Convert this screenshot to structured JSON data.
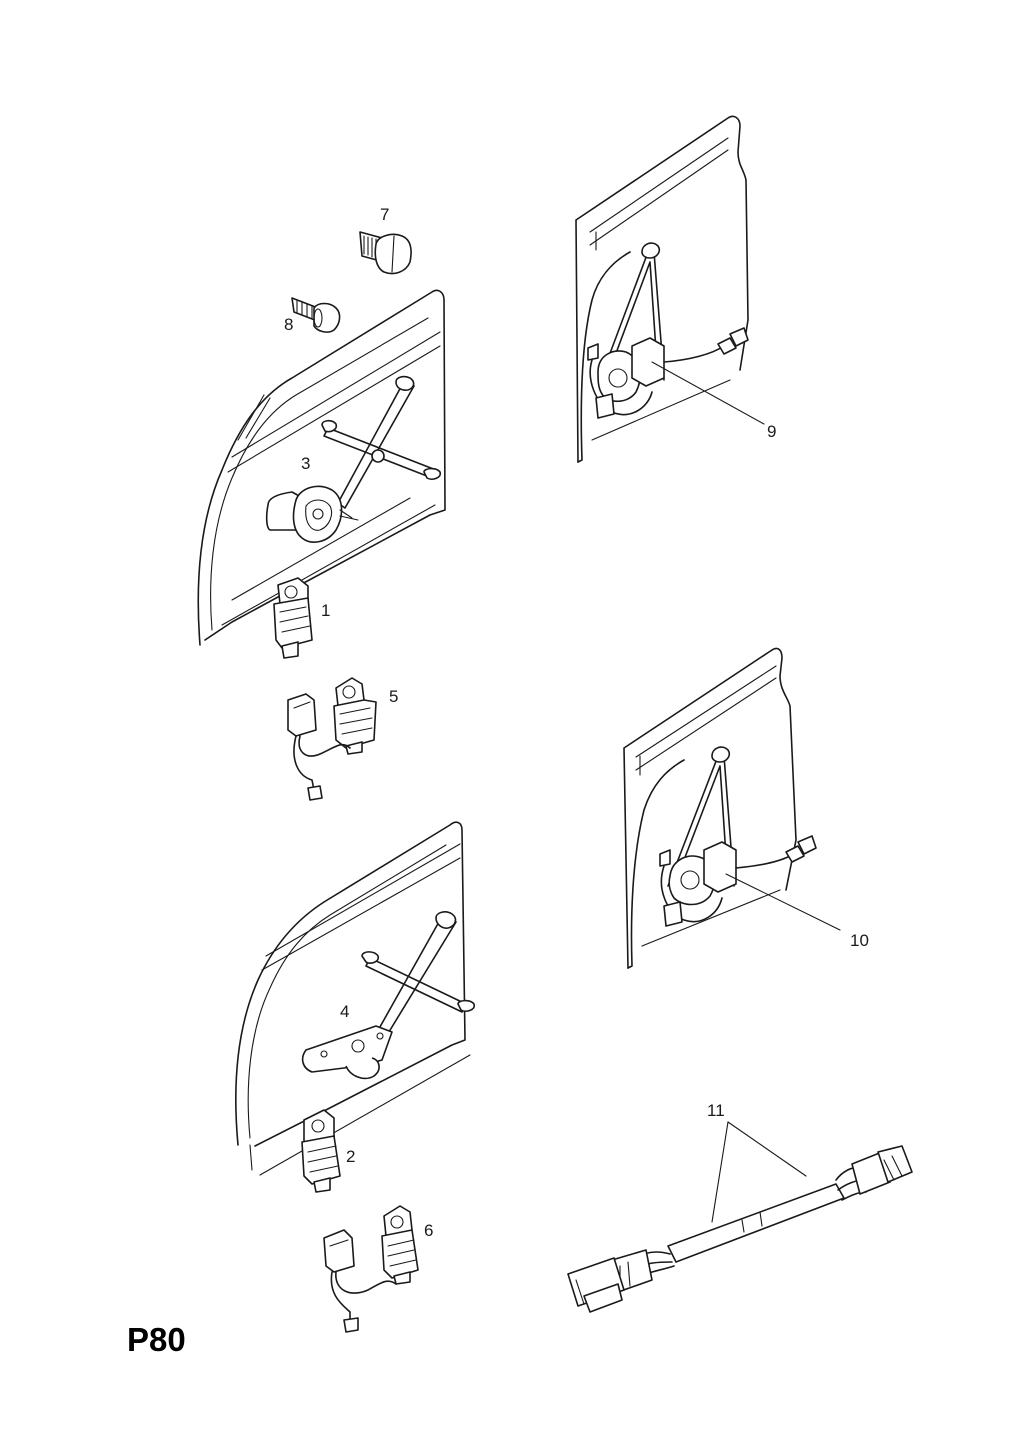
{
  "page_code": "P80",
  "callouts": {
    "c1": "1",
    "c2": "2",
    "c3": "3",
    "c4": "4",
    "c5": "5",
    "c6": "6",
    "c7": "7",
    "c8": "8",
    "c9": "9",
    "c10": "10",
    "c11": "11"
  },
  "colors": {
    "line": "#1a1a1a",
    "background": "#ffffff"
  }
}
